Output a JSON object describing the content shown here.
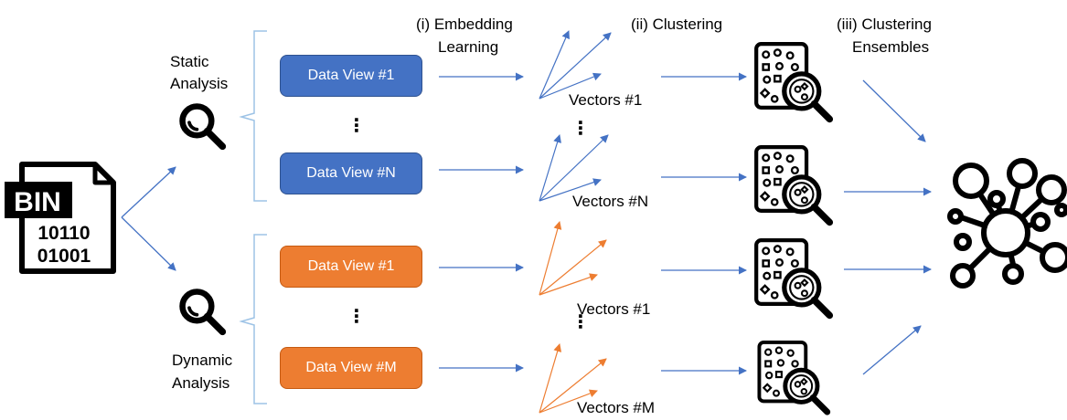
{
  "input_file": {
    "badge": "BIN",
    "bits_line1": "10110",
    "bits_line2": "01001"
  },
  "stages": {
    "embedding": [
      "(i) Embedding",
      "Learning"
    ],
    "clustering": "(ii) Clustering",
    "ensembles": [
      "(iii) Clustering",
      "Ensembles"
    ]
  },
  "static": {
    "label": [
      "Static",
      "Analysis"
    ],
    "view_first": "Data View #1",
    "view_last": "Data View #N",
    "vectors_first": "Vectors #1",
    "vectors_last": "Vectors #N"
  },
  "dynamic": {
    "label": [
      "Dynamic",
      "Analysis"
    ],
    "view_first": "Data View #1",
    "view_last": "Data View #M",
    "vectors_first": "Vectors #1",
    "vectors_last": "Vectors #M"
  },
  "ellipsis": "⋮",
  "colors": {
    "static_view": "#4472C4",
    "dynamic_view": "#ED7D31",
    "static_vectors": "#4472C4",
    "dynamic_vectors": "#ED7D31",
    "flow_arrow": "#4472C4",
    "bracket": "#9DC3E6"
  },
  "icons": {
    "file": "binary-file-icon",
    "static_analysis": "magnifier-icon",
    "dynamic_analysis": "magnifier-icon",
    "clustering": "cluster-scan-icon",
    "ensemble": "network-graph-icon"
  }
}
